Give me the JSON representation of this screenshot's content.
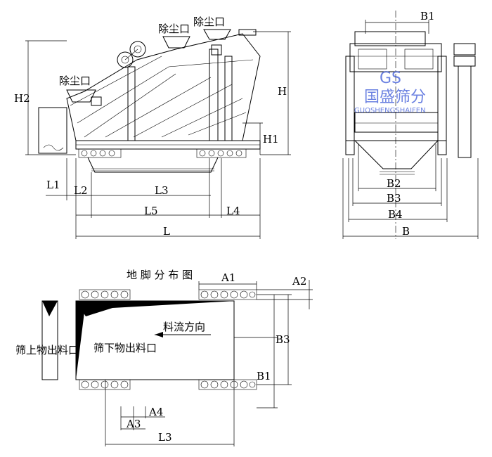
{
  "dims": {
    "H2": "H2",
    "H": "H",
    "H1": "H1",
    "L1": "L1",
    "L2": "L2",
    "L3": "L3",
    "L4": "L4",
    "L5": "L5",
    "L": "L",
    "B1": "B1",
    "B2": "B2",
    "B3": "B3",
    "B4": "B4",
    "B": "B",
    "A1": "A1",
    "A2": "A2",
    "A3": "A3",
    "A4": "A4"
  },
  "labels": {
    "dust_port": "除尘口",
    "foundation_title": "地 脚 分 布 图",
    "flow_direction": "料流方向",
    "oversize_outlet": "筛上物出料口",
    "undersize_outlet": "筛下物出料口"
  },
  "watermark": {
    "logo": "GS",
    "company": "国盛筛分",
    "pinyin": "GUOSHENGSHAIFEN"
  }
}
